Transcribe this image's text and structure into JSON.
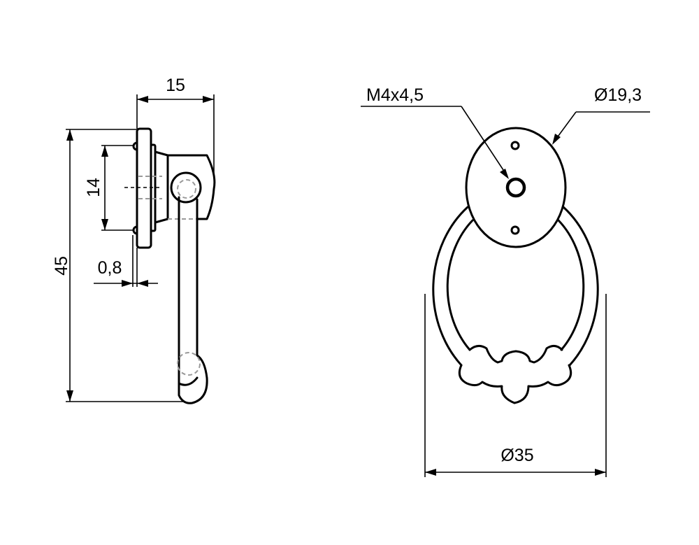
{
  "drawing": {
    "side_view": {
      "dim_width": "15",
      "dim_height": "45",
      "dim_hole_spacing": "14",
      "dim_plate_offset": "0,8"
    },
    "front_view": {
      "thread_label": "M4x4,5",
      "plate_diameter": "Ø19,3",
      "ring_diameter": "Ø35"
    },
    "line_color": "#000000",
    "hidden_line_color": "#999999"
  }
}
